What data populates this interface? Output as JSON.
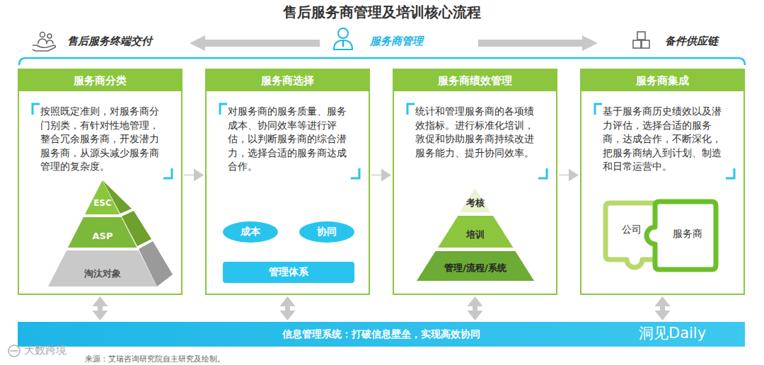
{
  "diagram": {
    "title": "售后服务商管理及培训核心流程",
    "caption": "来源：艾瑞咨询研究院自主研究及绘制。",
    "nodes": [
      {
        "text": [
          "服务商分类",
          "按照既定准则，对服务商分门别类，有针对性地管理，整合冗余服务商，开发潜力服务商，从源头减少服务商管理的复杂度。"
        ]
      },
      {
        "text": [
          "ESC"
        ],
        "in": 0
      },
      {
        "text": [
          "ASP"
        ],
        "in": 0
      },
      {
        "text": [
          "淘汰对象"
        ],
        "in": 0
      },
      {
        "text": [
          "服务商选择",
          "对服务商的服务质量、服务成本、协同效率等进行评估，以判断服务商的综合潜力，选择合适的服务商达成合作。"
        ]
      },
      {
        "text": [
          "成本"
        ],
        "in": 4
      },
      {
        "text": [
          "协同"
        ],
        "in": 4
      },
      {
        "text": [
          "管理体系"
        ],
        "in": 4
      },
      {
        "text": [
          "服务商绩效管理",
          "统计和管理服务商的各项绩效指标。进行标准化培训，敦促和协助服务商持续改进服务能力、提升协同效率。"
        ]
      },
      {
        "text": [
          "考核"
        ],
        "in": 8
      },
      {
        "text": [
          "培训"
        ],
        "in": 8
      },
      {
        "text": [
          "管理/流程/系统"
        ],
        "in": 8
      },
      {
        "text": [
          "服务商集成",
          "基于服务商历史绩效以及潜力评估，选择合适的服务商，达成合作，不断深化，把服务商纳入到计划、制造和日常运营中。"
        ]
      },
      {
        "text": [
          "公司"
        ],
        "in": 12
      },
      {
        "text": [
          "服务商"
        ],
        "in": 12
      },
      {
        "text": [
          "信息管理系统：打破信息壁垒，实现高效协同"
        ]
      }
    ],
    "edges": [
      {
        "from": 0,
        "to": 4,
        "arrow": "to"
      },
      {
        "from": 4,
        "to": 8,
        "arrow": "to"
      },
      {
        "from": 8,
        "to": 12,
        "arrow": "to"
      },
      {
        "from": 0,
        "to": 15,
        "arrow": "both"
      },
      {
        "from": 4,
        "to": 15,
        "arrow": "both"
      },
      {
        "from": 8,
        "to": 15,
        "arrow": "both"
      },
      {
        "from": 12,
        "to": 15,
        "arrow": "both"
      }
    ],
    "labels": [
      "售后服务终端交付",
      "服务商管理",
      "备件供应链",
      "洞见Daily",
      "大数跨境"
    ]
  }
}
